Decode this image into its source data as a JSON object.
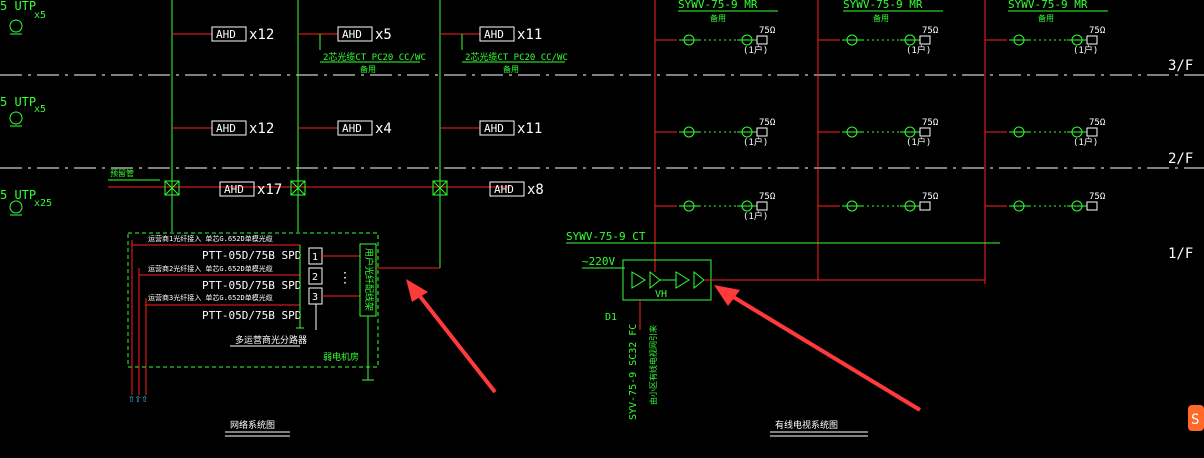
{
  "floors": [
    "3/F",
    "2/F",
    "1/F"
  ],
  "utp": [
    {
      "label": "5 UTP",
      "count": "x5"
    },
    {
      "label": "5 UTP",
      "count": "x5"
    },
    {
      "label": "5 UTP",
      "count": "x25"
    }
  ],
  "ahd_label": "AHD",
  "ahd_counts": {
    "f3": [
      "x12",
      "x5",
      "x11"
    ],
    "f2": [
      "x12",
      "x4",
      "x11"
    ],
    "f1": [
      "x17",
      "x8"
    ]
  },
  "conduit_note": "2芯光缆CT PC20 CC/WC",
  "spare_note": "备用",
  "riser_note": "预留管",
  "network": {
    "operators": [
      "运营商1光纤接入 单芯G.652D单模光缆",
      "运营商2光纤接入 单芯G.652D单模光缆",
      "运营商3光纤接入 单芯G.652D单模光缆"
    ],
    "spd": [
      "PTT-05D/75B SPD",
      "PTT-05D/75B SPD",
      "PTT-05D/75B SPD"
    ],
    "ports": [
      "1",
      "2",
      "3"
    ],
    "ports_dots": "⋮",
    "odf": "用户光纤配线架",
    "splitter": "多运营商光分路器",
    "room": "弱电机房",
    "caption": "网络系统图"
  },
  "catv": {
    "cable_top": "SYWV-75-9 MR",
    "feed_cable": "SYWV-75-9 CT",
    "power": "~220V",
    "amp": "VH",
    "ground": "D1",
    "riser_cable": "SYV-75-9 SC32 FC",
    "riser_note": "由小区有线电视网引来",
    "terminal": "75Ω",
    "out_f3": [
      "(1户)",
      "(1户)",
      "(1户)"
    ],
    "out_f2": [
      "(1户)",
      "(1户)",
      "(1户)"
    ],
    "out_f1": [
      "(1户)"
    ],
    "caption": "有线电视系统图"
  },
  "colors": {
    "background": "#000000",
    "red": "#ff2020",
    "green": "#33ff33",
    "white": "#ffffff"
  }
}
